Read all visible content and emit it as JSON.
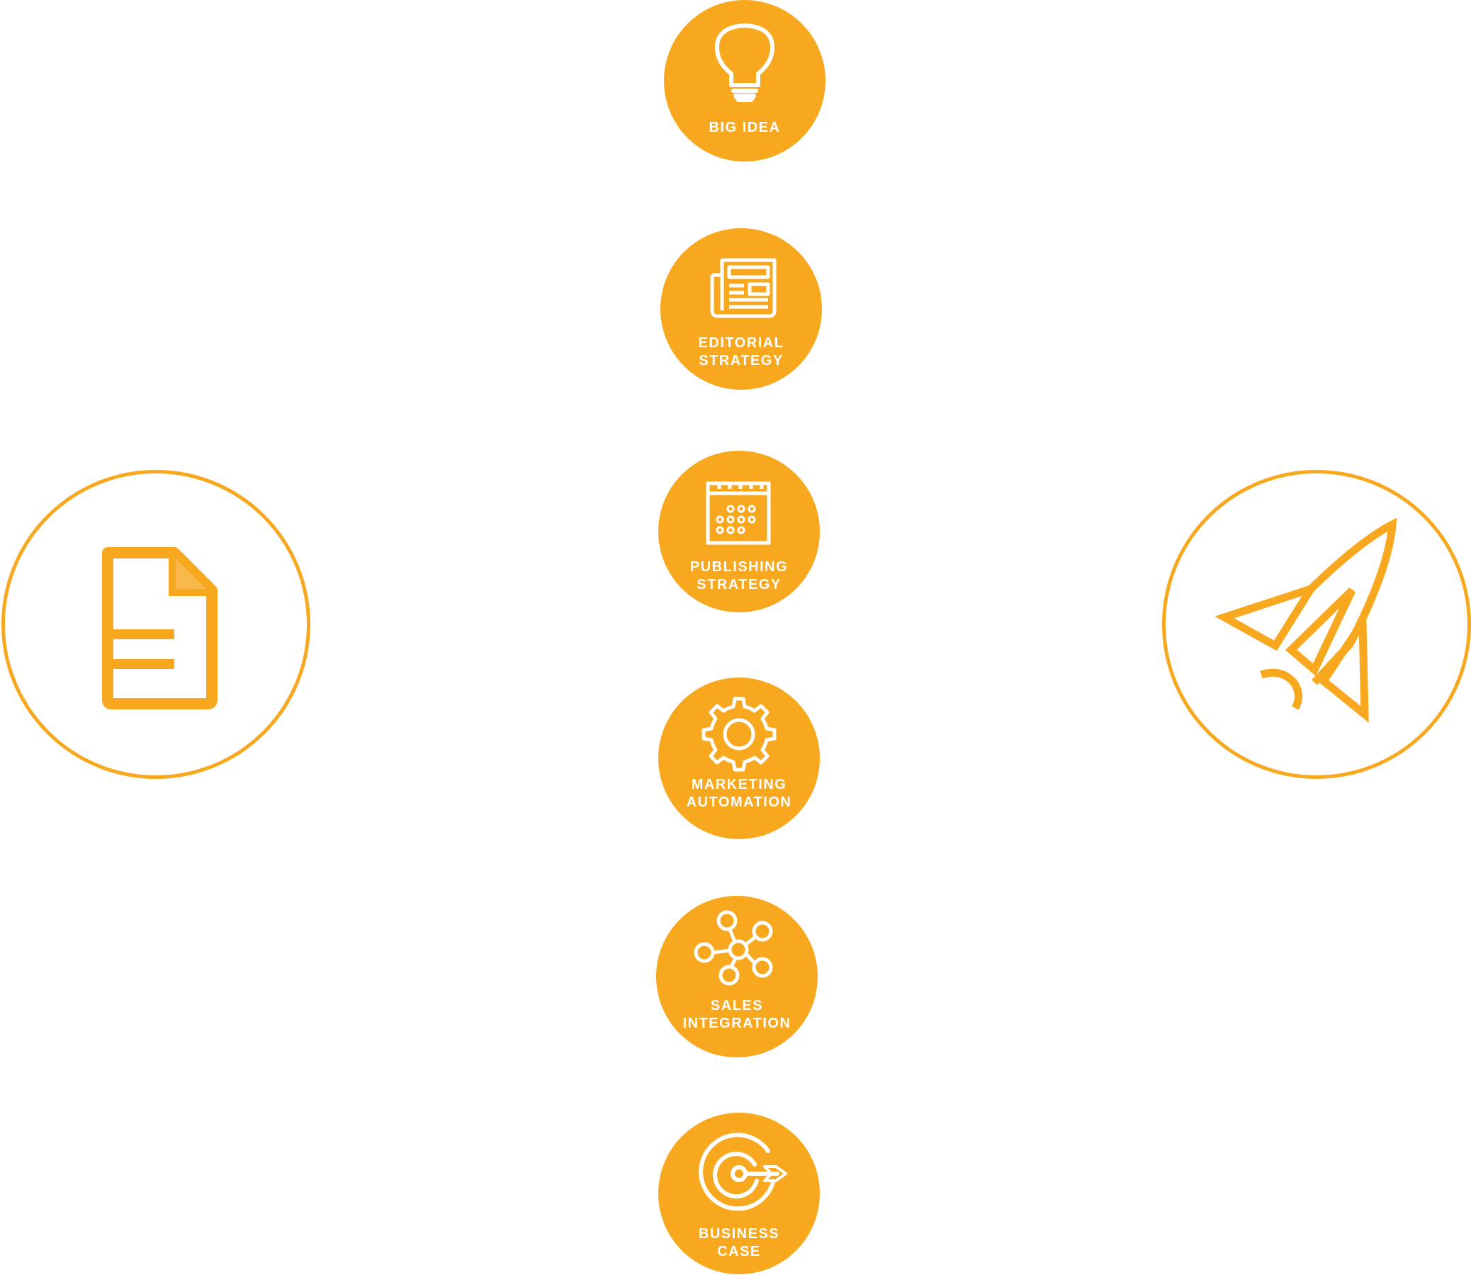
{
  "colors": {
    "accent": "#f7a81e",
    "icon_on_accent": "#ffffff",
    "background": "#ffffff"
  },
  "start": {
    "icon": "document-icon"
  },
  "end": {
    "icon": "rocket-icon"
  },
  "steps": [
    {
      "icon": "lightbulb-icon",
      "lines": [
        "BIG IDEA"
      ]
    },
    {
      "icon": "newspaper-icon",
      "lines": [
        "EDITORIAL",
        "STRATEGY"
      ]
    },
    {
      "icon": "calendar-icon",
      "lines": [
        "PUBLISHING",
        "STRATEGY"
      ]
    },
    {
      "icon": "gear-icon",
      "lines": [
        "MARKETING",
        "AUTOMATION"
      ]
    },
    {
      "icon": "network-icon",
      "lines": [
        "SALES",
        "INTEGRATION"
      ]
    },
    {
      "icon": "target-icon",
      "lines": [
        "BUSINESS",
        "CASE"
      ]
    }
  ]
}
